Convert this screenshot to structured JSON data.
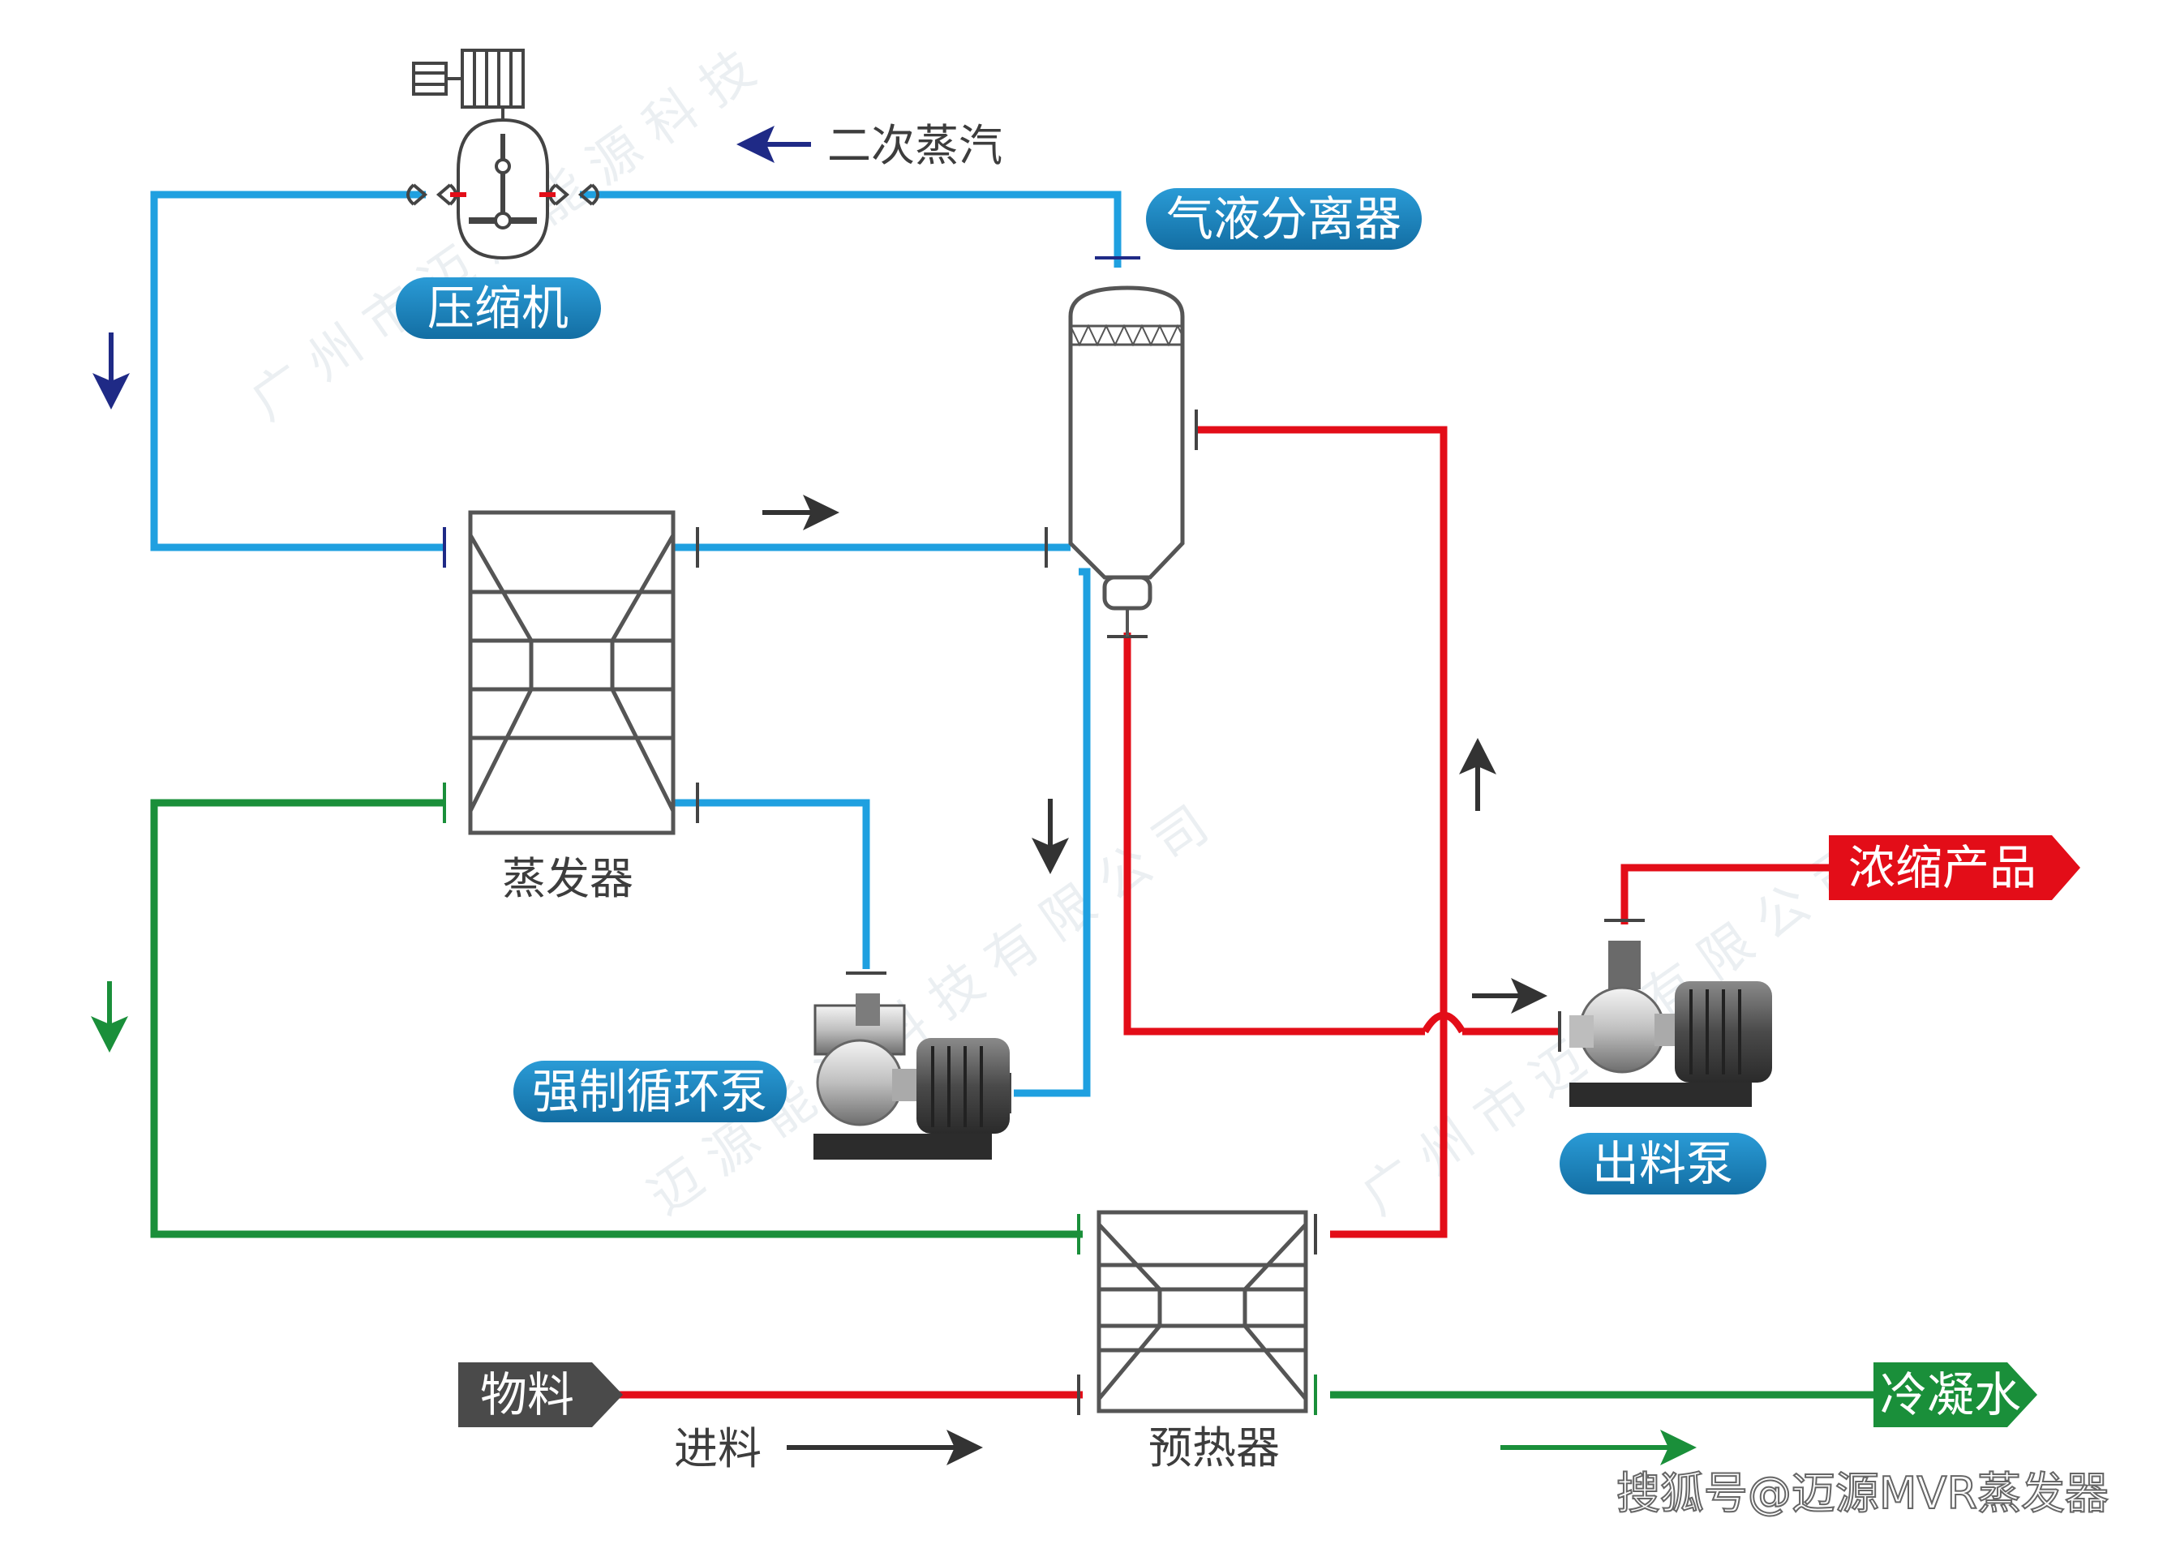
{
  "labels": {
    "compressor": "压缩机",
    "secondary_steam": "二次蒸汽",
    "separator": "气液分离器",
    "evaporator": "蒸发器",
    "circ_pump": "强制循环泵",
    "product": "浓缩产品",
    "discharge_pump": "出料泵",
    "material": "物料",
    "feed": "进料",
    "preheater": "预热器",
    "condensate": "冷凝水"
  },
  "watermark": "搜狐号@迈源MVR蒸发器",
  "colors": {
    "steam": "#1fa0e0",
    "product": "#e30d18",
    "condensate": "#1a8f3a",
    "pill": "#1985c0",
    "dark": "#333333",
    "navy": "#1f2a86"
  }
}
